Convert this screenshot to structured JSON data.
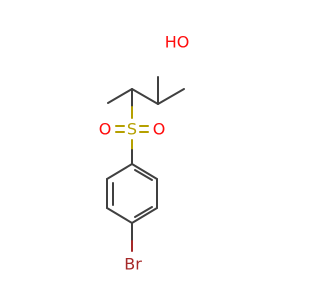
{
  "molecule": {
    "atoms": {
      "hydroxyl": "HO",
      "sulfur": "S",
      "oxygen_left": "O",
      "oxygen_right": "O",
      "bromine": "Br"
    }
  },
  "colors": {
    "carbon_bond": "#404040",
    "oxygen": "#ff0d0d",
    "sulfur": "#b5a000",
    "bromine": "#a62929"
  }
}
